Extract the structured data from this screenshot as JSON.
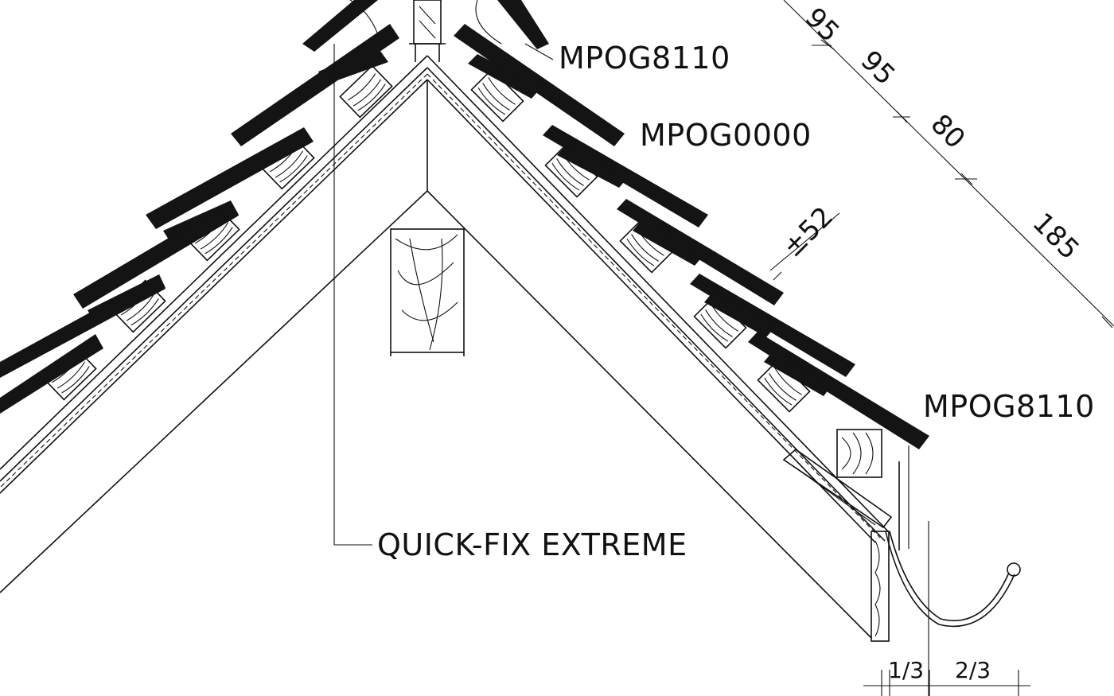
{
  "labels": {
    "top_right_code": "MPOG8110",
    "middle_right_code": "MPOG0000",
    "lower_right_code": "MPOG8110",
    "quick_fix": "QUICK-FIX EXTREME"
  },
  "dimensions": {
    "gauge_1": "95",
    "gauge_2": "95",
    "gauge_3": "80",
    "gauge_4": "185",
    "headlap": "±52"
  },
  "gutter": {
    "fraction_left": "1/3",
    "fraction_right": "2/3"
  },
  "colors": {
    "ink": "#111111",
    "tile": "#141414",
    "background": "#ffffff"
  }
}
